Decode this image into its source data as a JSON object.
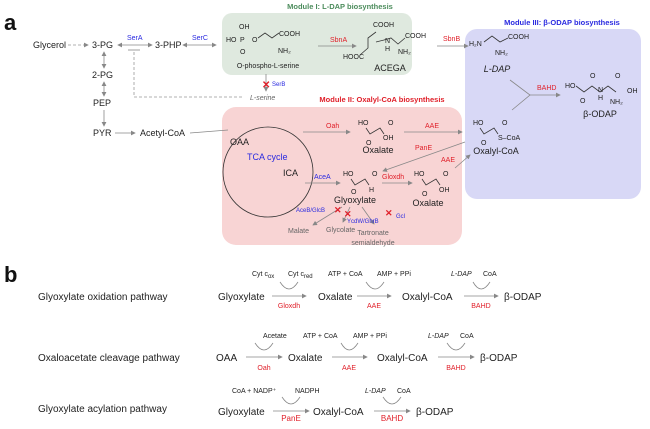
{
  "panel_labels": {
    "a": "a",
    "b": "b"
  },
  "colors": {
    "module1_bg": "#dfe9df",
    "module2_bg": "#f8d4d4",
    "module3_bg": "#d8d8f6",
    "enzyme_red": "#e0202a",
    "enzyme_blue": "#2a2ae0",
    "module1_title": "#4c8c5c"
  },
  "modules": {
    "m1": "Module I: L-DAP biosynthesis",
    "m2": "Module II: Oxalyl-CoA biosynthesis",
    "m3": "Module III: β-ODAP biosynthesis"
  },
  "metabolites": {
    "glycerol": "Glycerol",
    "pg3": "3-PG",
    "php3": "3-PHP",
    "pg2": "2-PG",
    "pep": "PEP",
    "pyr": "PYR",
    "acetylcoa": "Acetyl-CoA",
    "phosphoserine": "O-phospho-L-serine",
    "lserine": "L-serine",
    "acega": "ACEGA",
    "ldap": "L-DAP",
    "bodap": "β-ODAP",
    "oaa": "OAA",
    "tca": "TCA cycle",
    "ica": "ICA",
    "oxalate": "Oxalate",
    "oxalylcoa": "Oxalyl-CoA",
    "glyoxylate": "Glyoxylate",
    "oxalate2": "Oxalate",
    "malate": "Malate",
    "glycolate": "Glycolate",
    "tartronate1": "Tartronate",
    "tartronate2": "semialdehyde"
  },
  "enzymes": {
    "sera": "SerA",
    "serc": "SerC",
    "sbna": "SbnA",
    "sbnb": "SbnB",
    "serb": "SerB",
    "bahd": "BAHD",
    "oah": "Oah",
    "aae1": "AAE",
    "pane": "PanE",
    "aae2": "AAE",
    "acea": "AceA",
    "gloxdh": "Gloxdh",
    "aceb": "AceB/GlcB",
    "ycdw": "YcdW/GhrB",
    "gcl": "Gcl"
  },
  "atoms": {
    "oh": "OH",
    "ho": "HO",
    "p": "P",
    "o": "O",
    "cooh": "COOH",
    "nh2": "NH₂",
    "hooc": "HOOC",
    "n": "N",
    "h": "H",
    "h2n": "H₂N",
    "scoa": "S–CoA"
  },
  "pathways": [
    {
      "name": "Glyoxylate oxidation pathway",
      "steps": [
        "Glyoxylate",
        "Oxalate",
        "Oxalyl-CoA",
        "β-ODAP"
      ],
      "enzymes": [
        "Gloxdh",
        "AAE",
        "BAHD"
      ],
      "cofactors": [
        [
          "Cyt c",
          "ox",
          "Cyt c",
          "red"
        ],
        [
          "ATP + CoA",
          "AMP + PPi"
        ],
        [
          "L-DAP",
          "CoA"
        ]
      ]
    },
    {
      "name": "Oxaloacetate cleavage pathway",
      "steps": [
        "OAA",
        "Oxalate",
        "Oxalyl-CoA",
        "β-ODAP"
      ],
      "enzymes": [
        "Oah",
        "AAE",
        "BAHD"
      ],
      "cofactors": [
        [
          "Acetate"
        ],
        [
          "ATP + CoA",
          "AMP + PPi"
        ],
        [
          "L-DAP",
          "CoA"
        ]
      ]
    },
    {
      "name": "Glyoxylate acylation pathway",
      "steps": [
        "Glyoxylate",
        "Oxalyl-CoA",
        "β-ODAP"
      ],
      "enzymes": [
        "PanE",
        "BAHD"
      ],
      "cofactors": [
        [
          "CoA + NADP⁺",
          "NADPH"
        ],
        [
          "L-DAP",
          "CoA"
        ]
      ]
    }
  ]
}
